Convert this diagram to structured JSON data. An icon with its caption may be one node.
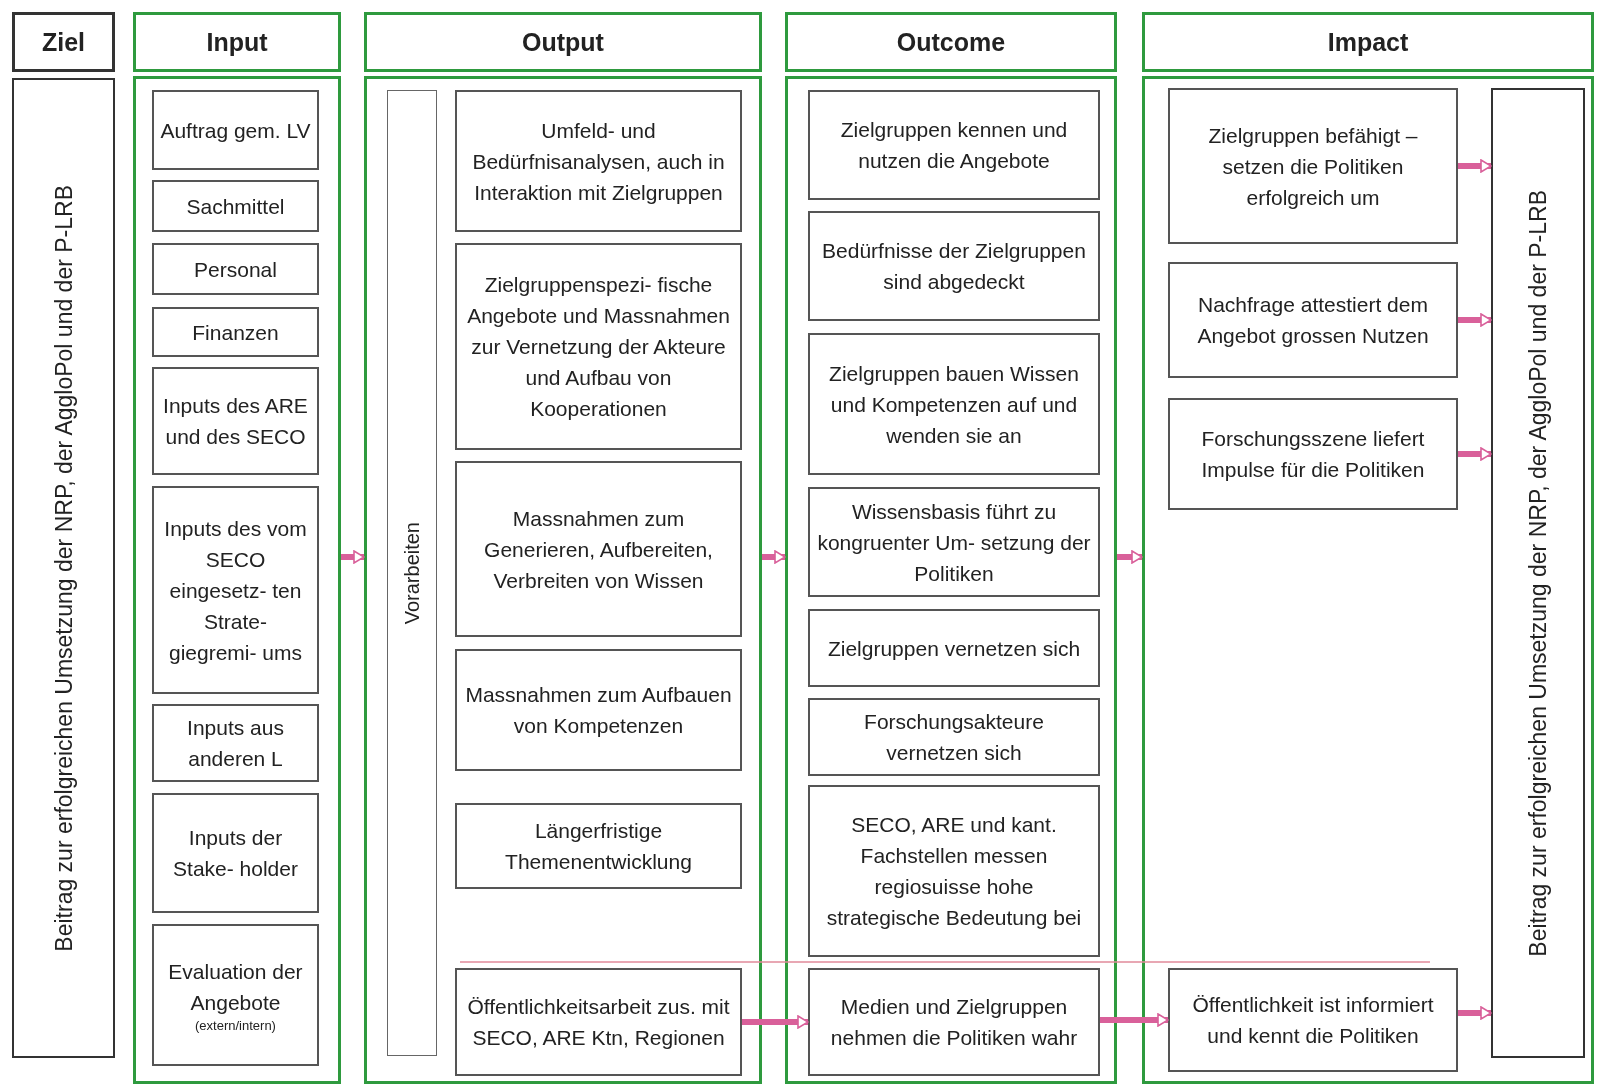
{
  "diagram": {
    "nodes": [
      {
        "text": [
          "Ziel"
        ]
      },
      {
        "text": [
          "Beitrag zur erfolgreichen Umsetzung der NRP, der AggloPol und der P-LRB"
        ]
      },
      {
        "text": [
          "Input"
        ]
      },
      {
        "text": [],
        "shape": "box"
      },
      {
        "text": [
          "Auftrag gem. LV"
        ],
        "in": 3
      },
      {
        "text": [
          "Sachmittel"
        ],
        "in": 3
      },
      {
        "text": [
          "Personal"
        ],
        "in": 3
      },
      {
        "text": [
          "Finanzen"
        ],
        "in": 3
      },
      {
        "text": [
          "Inputs des ARE und des SECO"
        ],
        "in": 3
      },
      {
        "text": [
          "Inputs des vom SECO eingesetz- ten Strate- giegremi- ums"
        ],
        "in": 3
      },
      {
        "text": [
          "Inputs aus anderen L"
        ],
        "in": 3
      },
      {
        "text": [
          "Inputs der Stake- holder"
        ],
        "in": 3
      },
      {
        "text": [
          "Evaluation der Angebote",
          "(extern/intern)"
        ],
        "in": 3
      },
      {
        "text": [
          "Output"
        ]
      },
      {
        "text": [],
        "shape": "box"
      },
      {
        "text": [
          "Vorarbeiten"
        ],
        "in": 14
      },
      {
        "text": [
          "Umfeld- und Bedürfnisanalysen, auch in Interaktion mit Zielgruppen"
        ],
        "in": 14
      },
      {
        "text": [
          "Zielgruppenspezi- fische Angebote und Massnahmen zur Vernetzung der Akteure und Aufbau von Kooperationen"
        ],
        "in": 14
      },
      {
        "text": [
          "Massnahmen zum Generieren, Aufbereiten, Verbreiten von Wissen"
        ],
        "in": 14
      },
      {
        "text": [
          "Massnahmen zum Aufbauen von Kompetenzen"
        ],
        "in": 14
      },
      {
        "text": [
          "Längerfristige Themenentwicklung"
        ],
        "in": 14
      },
      {
        "text": [
          "Öffentlichkeitsarbeit zus. mit SECO, ARE Ktn, Regionen"
        ],
        "in": 14
      },
      {
        "text": [
          "Outcome"
        ]
      },
      {
        "text": [],
        "shape": "box"
      },
      {
        "text": [
          "Zielgruppen kennen und nutzen die Angebote"
        ],
        "in": 23
      },
      {
        "text": [
          "Bedürfnisse der Zielgruppen sind abgedeckt"
        ],
        "in": 23
      },
      {
        "text": [
          "Zielgruppen bauen Wissen und Kompetenzen auf und wenden sie an"
        ],
        "in": 23
      },
      {
        "text": [
          "Wissensbasis führt zu kongruenter Um- setzung der Politiken"
        ],
        "in": 23
      },
      {
        "text": [
          "Zielgruppen vernetzen sich"
        ],
        "in": 23
      },
      {
        "text": [
          "Forschungsakteure vernetzen sich"
        ],
        "in": 23
      },
      {
        "text": [
          "SECO, ARE und kant. Fachstellen messen regiosuisse hohe strategische Bedeutung bei"
        ],
        "in": 23
      },
      {
        "text": [
          "Medien und Zielgruppen nehmen die Politiken wahr"
        ],
        "in": 23
      },
      {
        "text": [
          "Impact"
        ]
      },
      {
        "text": [],
        "shape": "box"
      },
      {
        "text": [
          "Zielgruppen befähigt – setzen die Politiken erfolgreich um"
        ],
        "in": 33
      },
      {
        "text": [
          "Nachfrage attestiert dem Angebot grossen Nutzen"
        ],
        "in": 33
      },
      {
        "text": [
          "Forschungsszene liefert Impulse für die Politiken"
        ],
        "in": 33
      },
      {
        "text": [
          "Öffentlichkeit ist informiert und kennt die Politiken"
        ],
        "in": 33
      },
      {
        "text": [
          "Beitrag zur erfolgreichen Umsetzung der NRP, der AggloPol und der P-LRB"
        ],
        "in": 33
      }
    ],
    "edges": [
      {
        "from": 3,
        "to": 14,
        "arrow": "to"
      },
      {
        "from": 14,
        "to": 23,
        "arrow": "to"
      },
      {
        "from": 21,
        "to": 31,
        "arrow": "to"
      },
      {
        "from": 23,
        "to": 33,
        "arrow": "to"
      },
      {
        "from": 31,
        "to": 37,
        "arrow": "to"
      },
      {
        "from": 34,
        "to": 38,
        "arrow": "to"
      },
      {
        "from": 35,
        "to": 38,
        "arrow": "to"
      },
      {
        "from": 36,
        "to": 38,
        "arrow": "to"
      },
      {
        "from": 37,
        "to": 38,
        "arrow": "to"
      }
    ]
  }
}
